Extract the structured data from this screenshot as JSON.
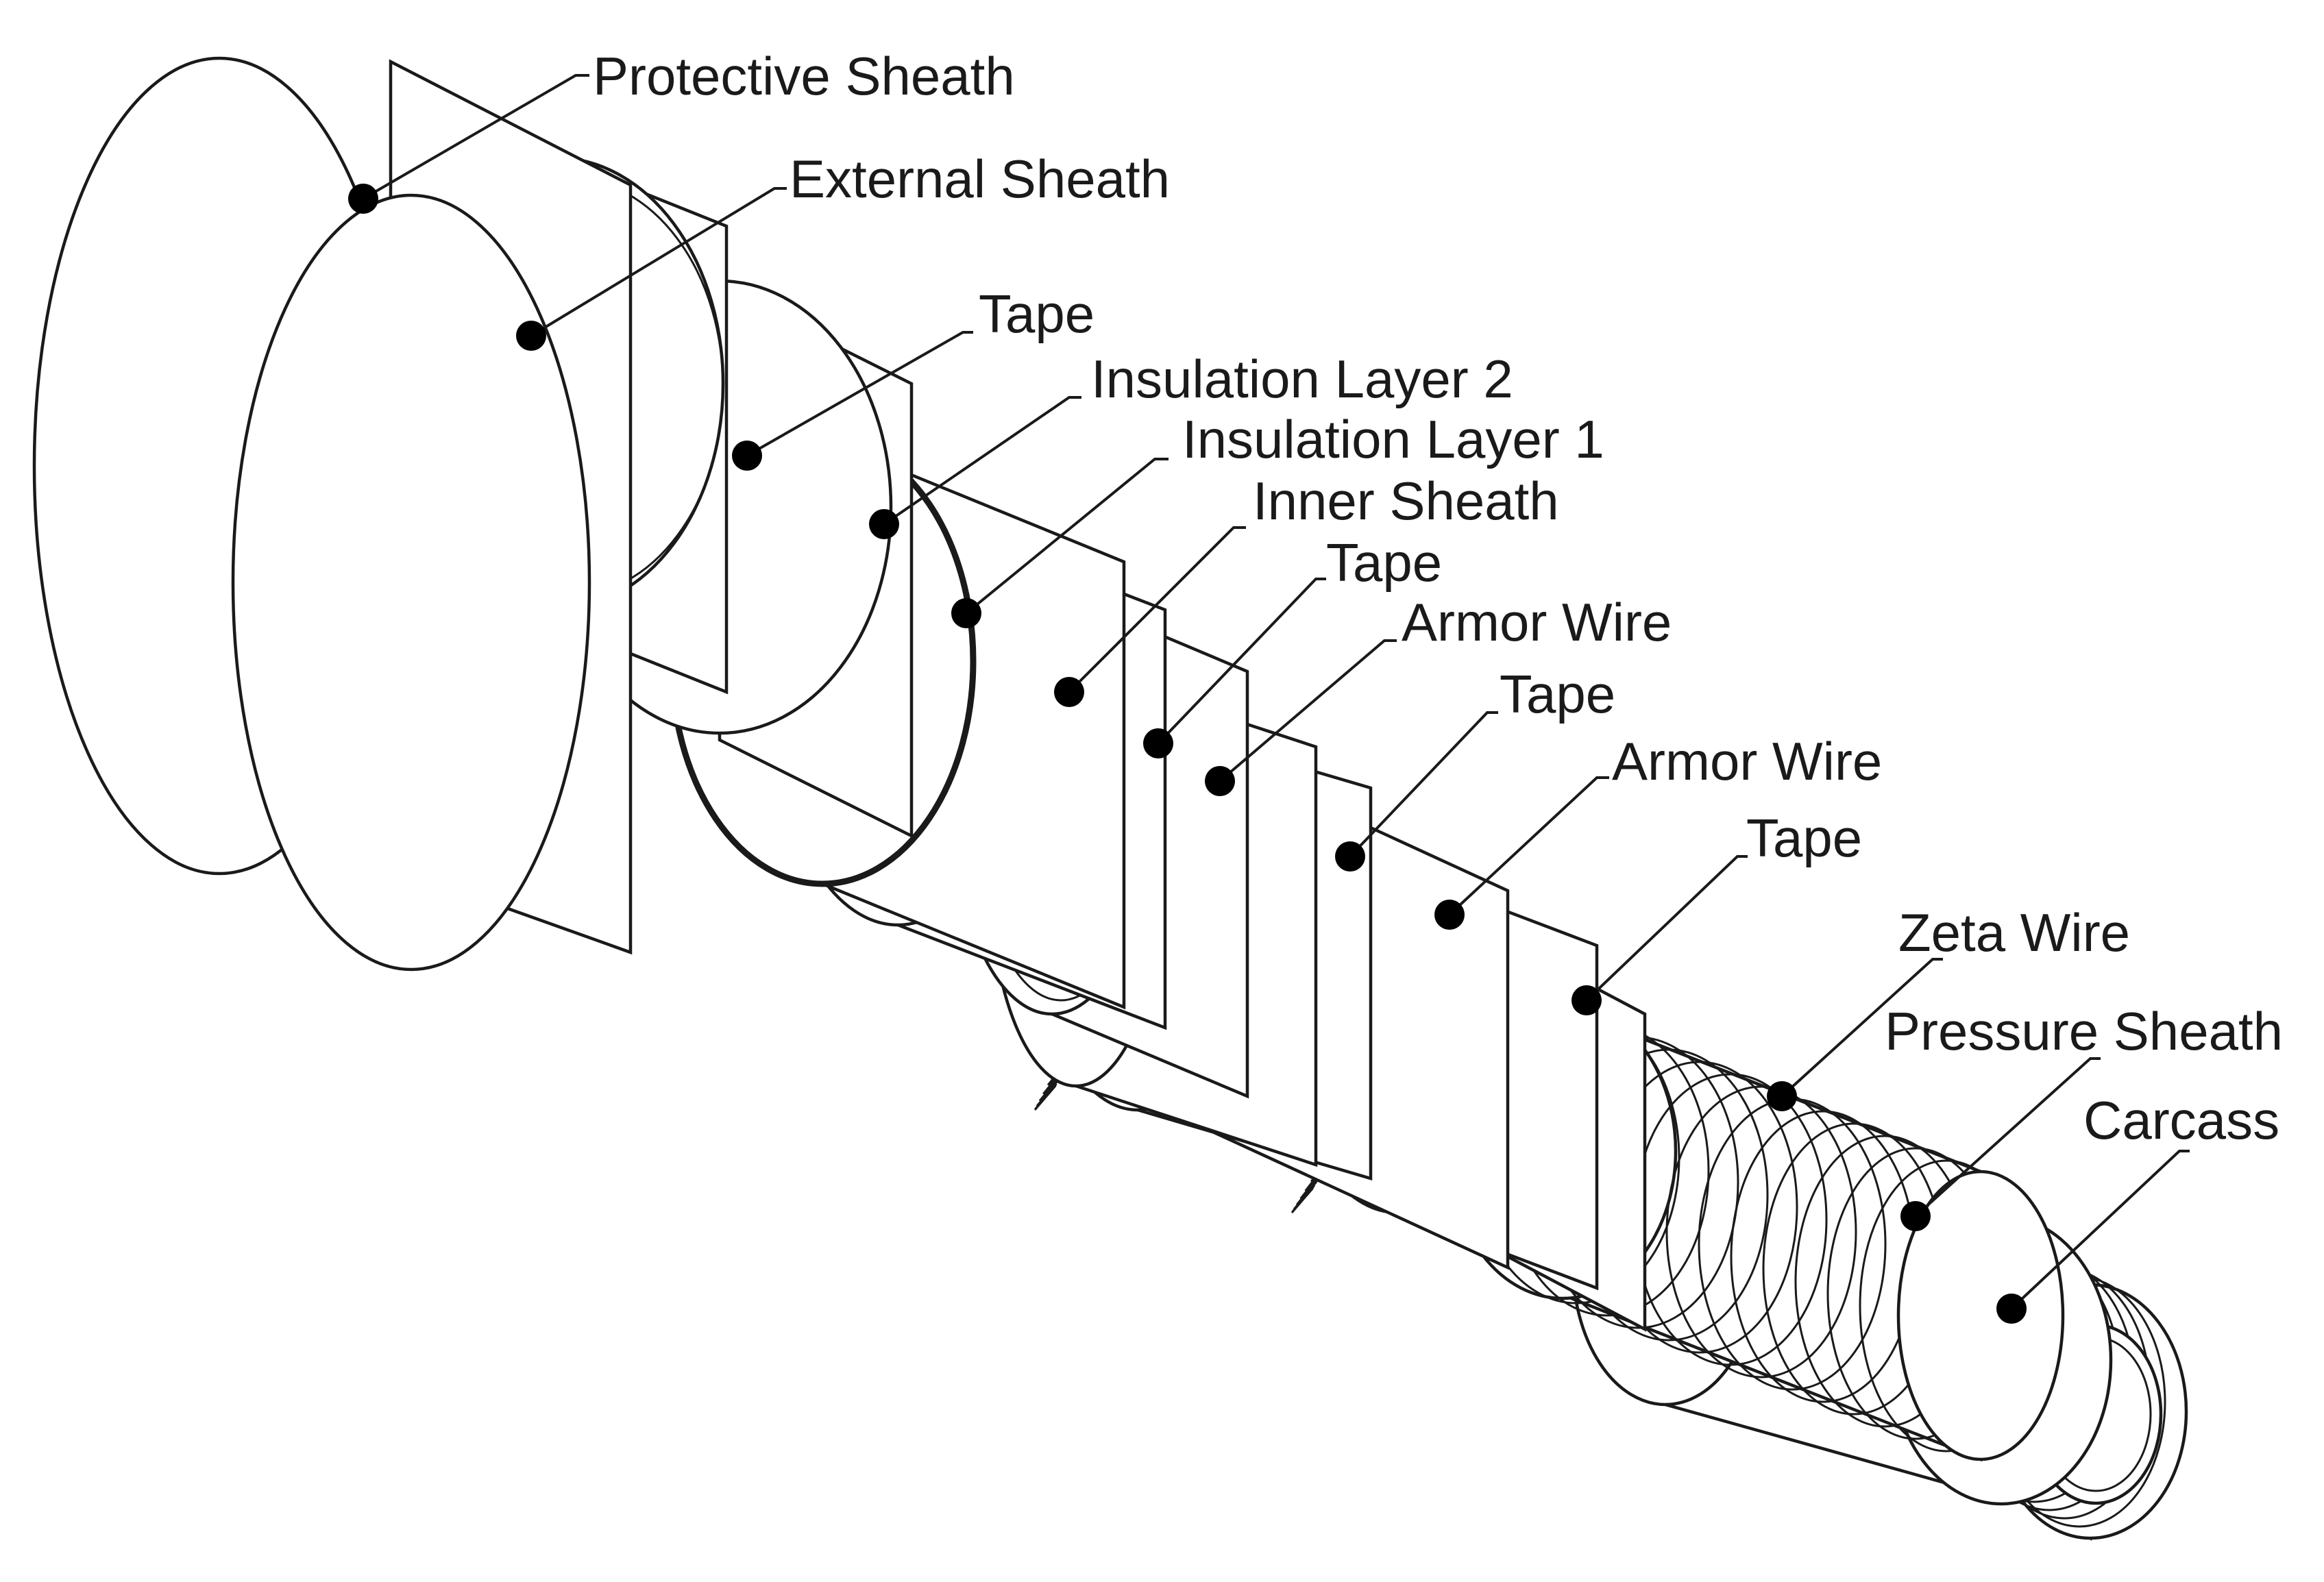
{
  "diagram": {
    "labels": {
      "protective_sheath": "Protective Sheath",
      "external_sheath": "External Sheath",
      "tape_1": "Tape",
      "insulation_layer_2": "Insulation Layer 2",
      "insulation_layer_1": "Insulation Layer 1",
      "inner_sheath": "Inner Sheath",
      "tape_2": "Tape",
      "armor_wire_1": "Armor Wire",
      "tape_3": "Tape",
      "armor_wire_2": "Armor Wire",
      "tape_4": "Tape",
      "zeta_wire": "Zeta Wire",
      "pressure_sheath": "Pressure Sheath",
      "carcass": "Carcass"
    }
  }
}
